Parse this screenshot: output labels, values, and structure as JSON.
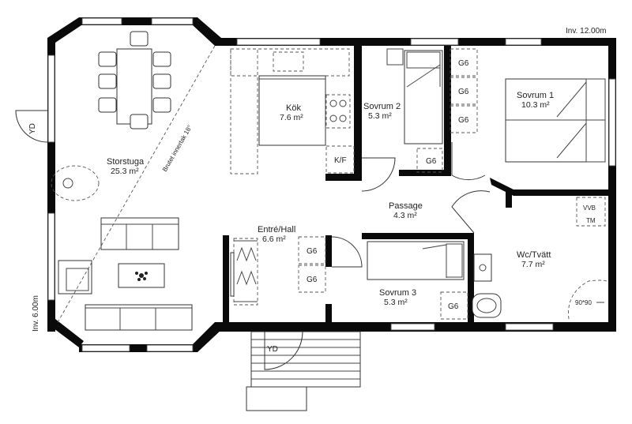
{
  "dimensions": {
    "width_label": "Inv. 12.00m",
    "depth_label": "Inv. 6.00m"
  },
  "roof_label": "Brutet innertak 18°",
  "rooms": {
    "storstuga": {
      "name": "Storstuga",
      "area": "25.3 m²"
    },
    "kok": {
      "name": "Kök",
      "area": "7.6 m²"
    },
    "sovrum2": {
      "name": "Sovrum 2",
      "area": "5.3 m²"
    },
    "sovrum1": {
      "name": "Sovrum 1",
      "area": "10.3 m²"
    },
    "passage": {
      "name": "Passage",
      "area": "4.3 m²"
    },
    "entre": {
      "name": "Entré/Hall",
      "area": "6.6 m²"
    },
    "sovrum3": {
      "name": "Sovrum 3",
      "area": "5.3 m²"
    },
    "wc": {
      "name": "Wc/Tvätt",
      "area": "7.7 m²"
    }
  },
  "labels": {
    "wardrobe": "G6",
    "kf": "K/F",
    "yd": "YD",
    "vvb": "VVB",
    "tm": "TM",
    "shower": "90*90"
  }
}
